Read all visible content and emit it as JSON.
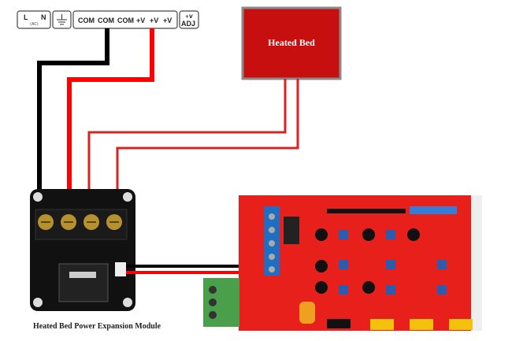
{
  "psu_terminal": {
    "ac_label_l": "L",
    "ac_label_n": "N",
    "ac_sub": "(AC)",
    "com_labels": [
      "COM",
      "COM",
      "COM"
    ],
    "v_labels": [
      "+V",
      "+V",
      "+V"
    ],
    "adj_top": "+V",
    "adj_bottom": "ADJ",
    "ground_icon": "ground-icon"
  },
  "heated_bed": {
    "label": "Heated Bed",
    "color": "#d10a0a"
  },
  "module": {
    "caption": "Heated Bed Power Expansion Module",
    "terminals": 4
  },
  "ramps_board": {
    "color": "#e8201c"
  },
  "wires": {
    "black": "#000000",
    "red": "#ff0000",
    "signal_red": "#d92222"
  }
}
